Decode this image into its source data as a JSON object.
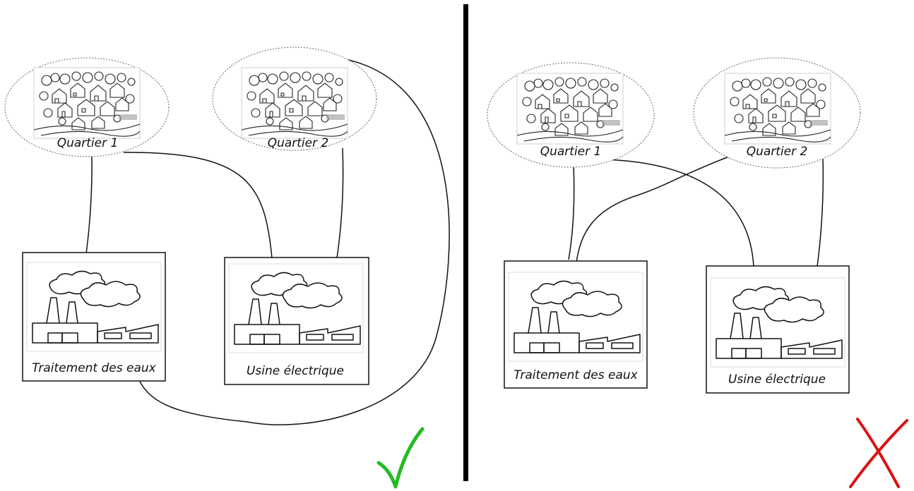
{
  "panels": [
    {
      "id": "left",
      "neighborhoods": [
        {
          "id": "q1",
          "label": "Quartier 1"
        },
        {
          "id": "q2",
          "label": "Quartier 2"
        }
      ],
      "facilities": [
        {
          "id": "water",
          "label": "Traitement des eaux"
        },
        {
          "id": "power",
          "label": "Usine électrique"
        }
      ],
      "connections": [
        {
          "from": "q1",
          "to": "water"
        },
        {
          "from": "q1",
          "to": "power"
        },
        {
          "from": "q2",
          "to": "power"
        },
        {
          "from": "q2",
          "to": "water"
        }
      ],
      "verdict": "check",
      "verdict_color": "#22bb22"
    },
    {
      "id": "right",
      "neighborhoods": [
        {
          "id": "q1",
          "label": "Quartier 1"
        },
        {
          "id": "q2",
          "label": "Quartier 2"
        }
      ],
      "facilities": [
        {
          "id": "water",
          "label": "Traitement des eaux"
        },
        {
          "id": "power",
          "label": "Usine électrique"
        }
      ],
      "connections": [
        {
          "from": "q1",
          "to": "water"
        },
        {
          "from": "q2",
          "to": "water"
        },
        {
          "from": "q1",
          "to": "power"
        },
        {
          "from": "q2",
          "to": "power"
        }
      ],
      "verdict": "cross",
      "verdict_color": "#dd1111"
    }
  ],
  "divider_color": "#000000",
  "icons": {
    "neighborhood": "town-sketch-icon",
    "facility": "factory-icon"
  }
}
